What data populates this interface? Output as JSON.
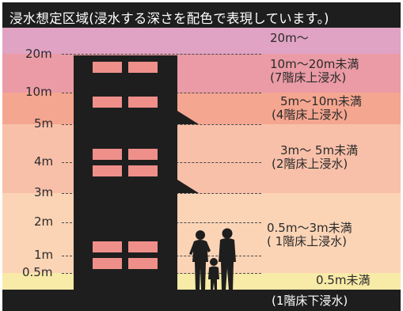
{
  "title": "浸水想定区域(浸水する深さを配色で表現しています。)",
  "levels": [
    {
      "label": "20m",
      "value_m": 20
    },
    {
      "label": "10m",
      "value_m": 10
    },
    {
      "label": "5m",
      "value_m": 5
    },
    {
      "label": "4m",
      "value_m": 4
    },
    {
      "label": "3m",
      "value_m": 3
    },
    {
      "label": "2m",
      "value_m": 2
    },
    {
      "label": "1m",
      "value_m": 1
    },
    {
      "label": "0.5m",
      "value_m": 0.5
    }
  ],
  "depth_ranges": [
    {
      "line1": "20m〜",
      "line2": "",
      "color": "#e0a3c4"
    },
    {
      "line1": "10m〜20m未満",
      "line2": "(7階床上浸水)",
      "color": "#ea9ba5"
    },
    {
      "line1": "5m〜10m未満",
      "line2": "(4階床上浸水)",
      "color": "#f5a690"
    },
    {
      "line1": "3m〜 5m未満",
      "line2": "(2階床上浸水)",
      "color": "#f8c0a9"
    },
    {
      "line1": "0.5m〜3m未満",
      "line2": "( 1階床上浸水)",
      "color": "#fbd4b6"
    },
    {
      "line1": "0.5m未満",
      "line2": "(1階床下浸水)",
      "color": "#f8eaa7"
    }
  ],
  "colors": {
    "dark": "#1e1e1e",
    "window": "#ef8f8a"
  },
  "icons": [
    "building-icon",
    "family-silhouette-icon"
  ]
}
